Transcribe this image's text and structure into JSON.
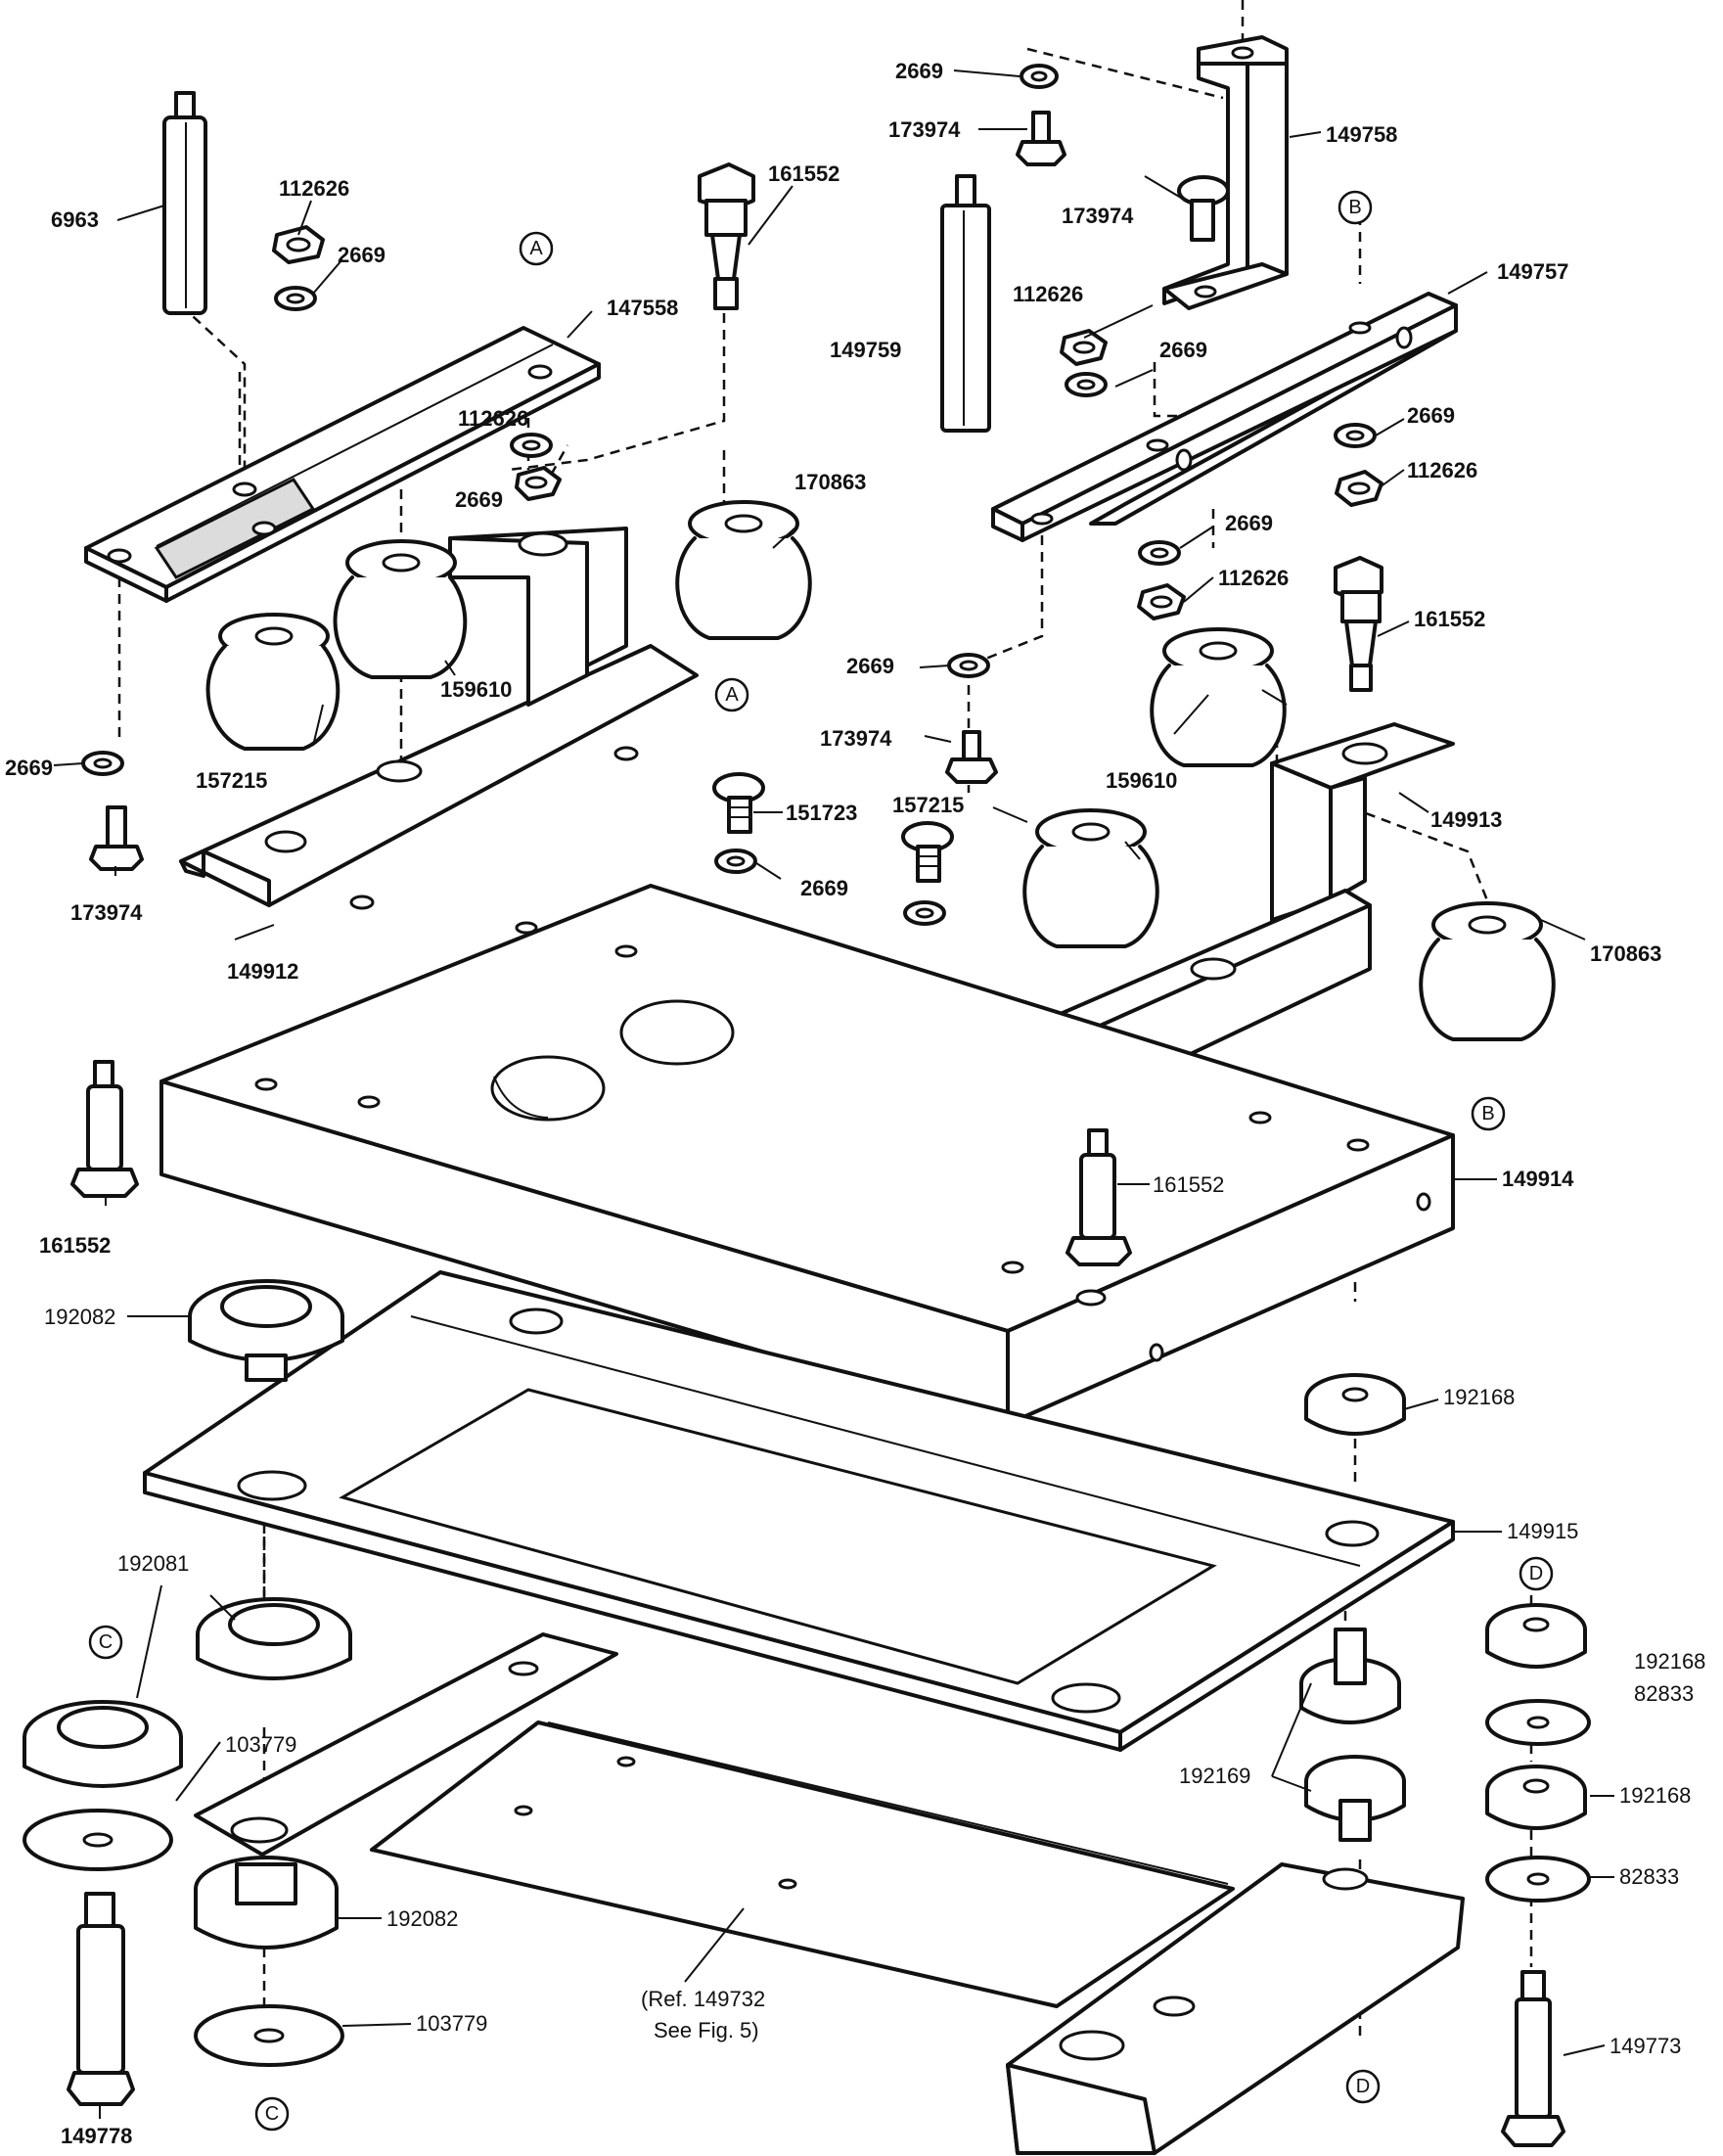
{
  "parts": {
    "p6963": "6963",
    "p112626_a": "112626",
    "p2669_a": "2669",
    "p147558": "147558",
    "p161552_a": "161552",
    "p2669_b": "2669",
    "p173974_a": "173974",
    "p149758": "149758",
    "p173974_b": "173974",
    "p149759": "149759",
    "p112626_b": "112626",
    "p2669_c": "2669",
    "p149757": "149757",
    "p2669_d": "2669",
    "p112626_c": "112626",
    "p112626_d": "112626",
    "p2669_e": "2669",
    "p170863_a": "170863",
    "p2669_f": "2669",
    "p112626_e": "112626",
    "p161552_b": "161552",
    "p159610_a": "159610",
    "p2669_g": "2669",
    "p157215_a": "157215",
    "p2669_h": "2669",
    "p173974_c": "173974",
    "p151723": "151723",
    "p157215_b": "157215",
    "p2669_i": "2669",
    "p159610_b": "159610",
    "p149913": "149913",
    "p173974_d": "173974",
    "p149912": "149912",
    "p170863_b": "170863",
    "p161552_c": "161552",
    "p161552_d": "161552",
    "p149914": "149914",
    "p192082_a": "192082",
    "p192168_a": "192168",
    "p149915": "149915",
    "p192081": "192081",
    "p103779_a": "103779",
    "p192168_b": "192168",
    "p82833_a": "82833",
    "p192169": "192169",
    "p192168_c": "192168",
    "p82833_b": "82833",
    "p192082_b": "192082",
    "p103779_b": "103779",
    "p149773": "149773",
    "p149778": "149778"
  },
  "reference": {
    "line1": "(Ref. 149732",
    "line2": "See Fig. 5)"
  },
  "callouts": {
    "a1": "A",
    "a2": "A",
    "b1": "B",
    "b2": "B",
    "c1": "C",
    "c2": "C",
    "d1": "D",
    "d2": "D"
  }
}
